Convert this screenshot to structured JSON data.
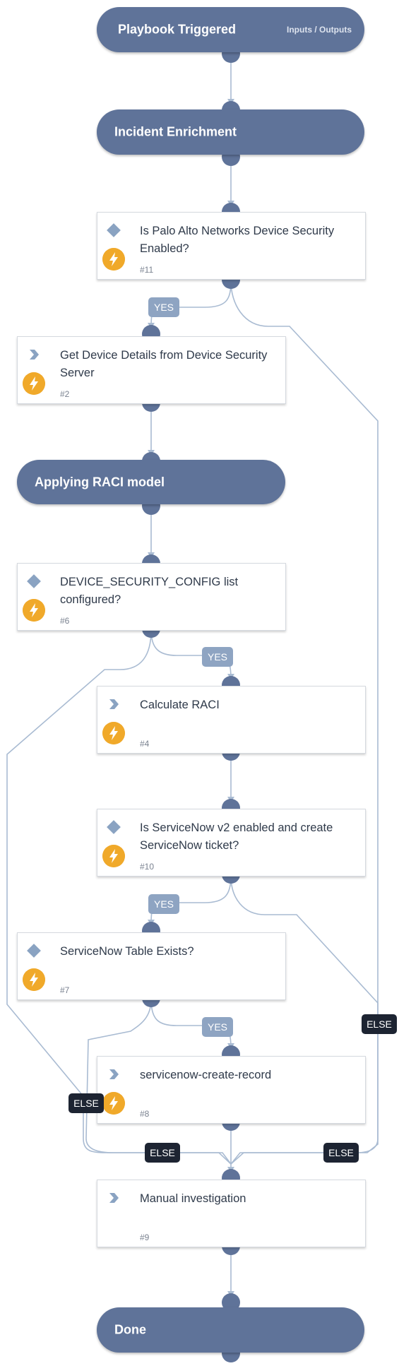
{
  "colors": {
    "node": "#5f7399",
    "wire": "#a9bbd2",
    "bolt": "#f0a92a",
    "yes_tag": "#8ea4c2",
    "else_tag": "#1d2432",
    "glyph": "#8aa3c2"
  },
  "nodes": {
    "trigger": {
      "title": "Playbook Triggered",
      "io": "Inputs / Outputs"
    },
    "enrich": {
      "title": "Incident Enrichment"
    },
    "raci_section": {
      "title": "Applying RACI model"
    },
    "done": {
      "title": "Done"
    },
    "t11": {
      "title": "Is Palo Alto Networks Device Security Enabled?",
      "num": "#11",
      "icon": "diamond-icon",
      "bolt": true
    },
    "t2": {
      "title": "Get Device Details from Device Security Server",
      "num": "#2",
      "icon": "chevron-icon",
      "bolt": true
    },
    "t6": {
      "title": "DEVICE_SECURITY_CONFIG list configured?",
      "num": "#6",
      "icon": "diamond-icon",
      "bolt": true
    },
    "t4": {
      "title": "Calculate RACI",
      "num": "#4",
      "icon": "chevron-icon",
      "bolt": true
    },
    "t10": {
      "title": "Is ServiceNow v2 enabled and create ServiceNow ticket?",
      "num": "#10",
      "icon": "diamond-icon",
      "bolt": true
    },
    "t7": {
      "title": "ServiceNow Table Exists?",
      "num": "#7",
      "icon": "diamond-icon",
      "bolt": true
    },
    "t8": {
      "title": "servicenow-create-record",
      "num": "#8",
      "icon": "chevron-icon",
      "bolt": true
    },
    "t9": {
      "title": "Manual investigation",
      "num": "#9",
      "icon": "chevron-icon",
      "bolt": false
    }
  },
  "labels": {
    "yes": "YES",
    "else": "ELSE"
  }
}
